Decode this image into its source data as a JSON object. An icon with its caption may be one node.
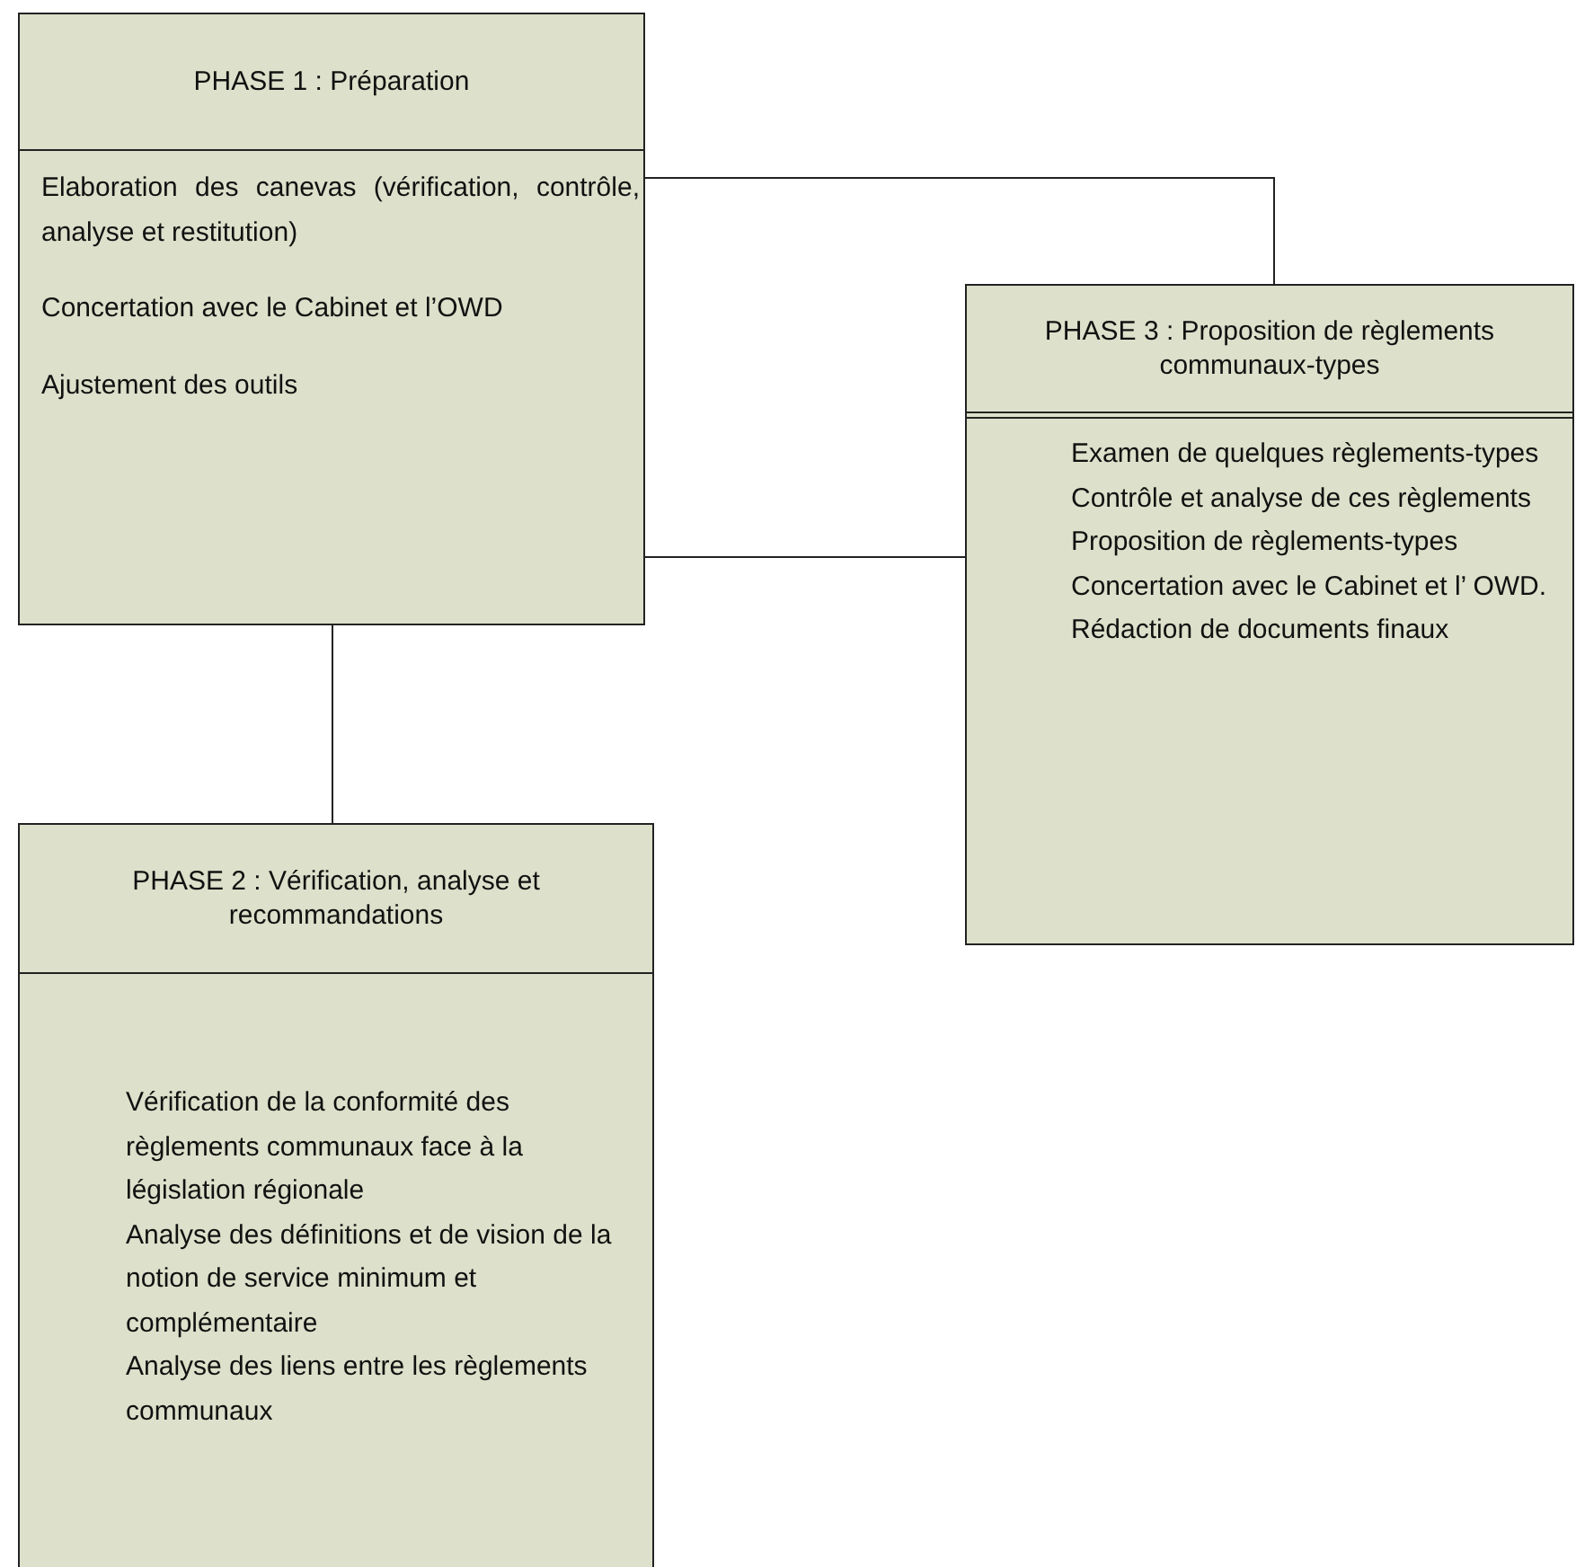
{
  "diagram": {
    "nodes": [
      {
        "text": [
          "PHASE 1 : Préparation",
          "Elaboration des canevas (vérification, contrôle, analyse et restitution)",
          "Concertation avec le Cabinet et l’OWD",
          "Ajustement des outils"
        ]
      },
      {
        "text": [
          "PHASE 3 : Proposition de règlements communaux-types",
          "Examen de quelques règlements-types",
          "Contrôle et analyse de ces règlements",
          "Proposition de règlements-types",
          "Concertation avec le Cabinet et l’ OWD.",
          "Rédaction de documents finaux"
        ]
      },
      {
        "text": [
          "PHASE 2 : Vérification, analyse et recommandations",
          "Vérification de la conformité des règlements communaux face à la législation régionale",
          "Analyse des définitions et de vision de la notion de service minimum et complémentaire",
          "Analyse des liens entre les règlements communaux"
        ]
      }
    ],
    "edges": [
      {
        "from": 0,
        "to": 1,
        "arrow": "none"
      },
      {
        "from": 0,
        "to": 1,
        "arrow": "none"
      },
      {
        "from": 0,
        "to": 2,
        "arrow": "none"
      }
    ]
  }
}
